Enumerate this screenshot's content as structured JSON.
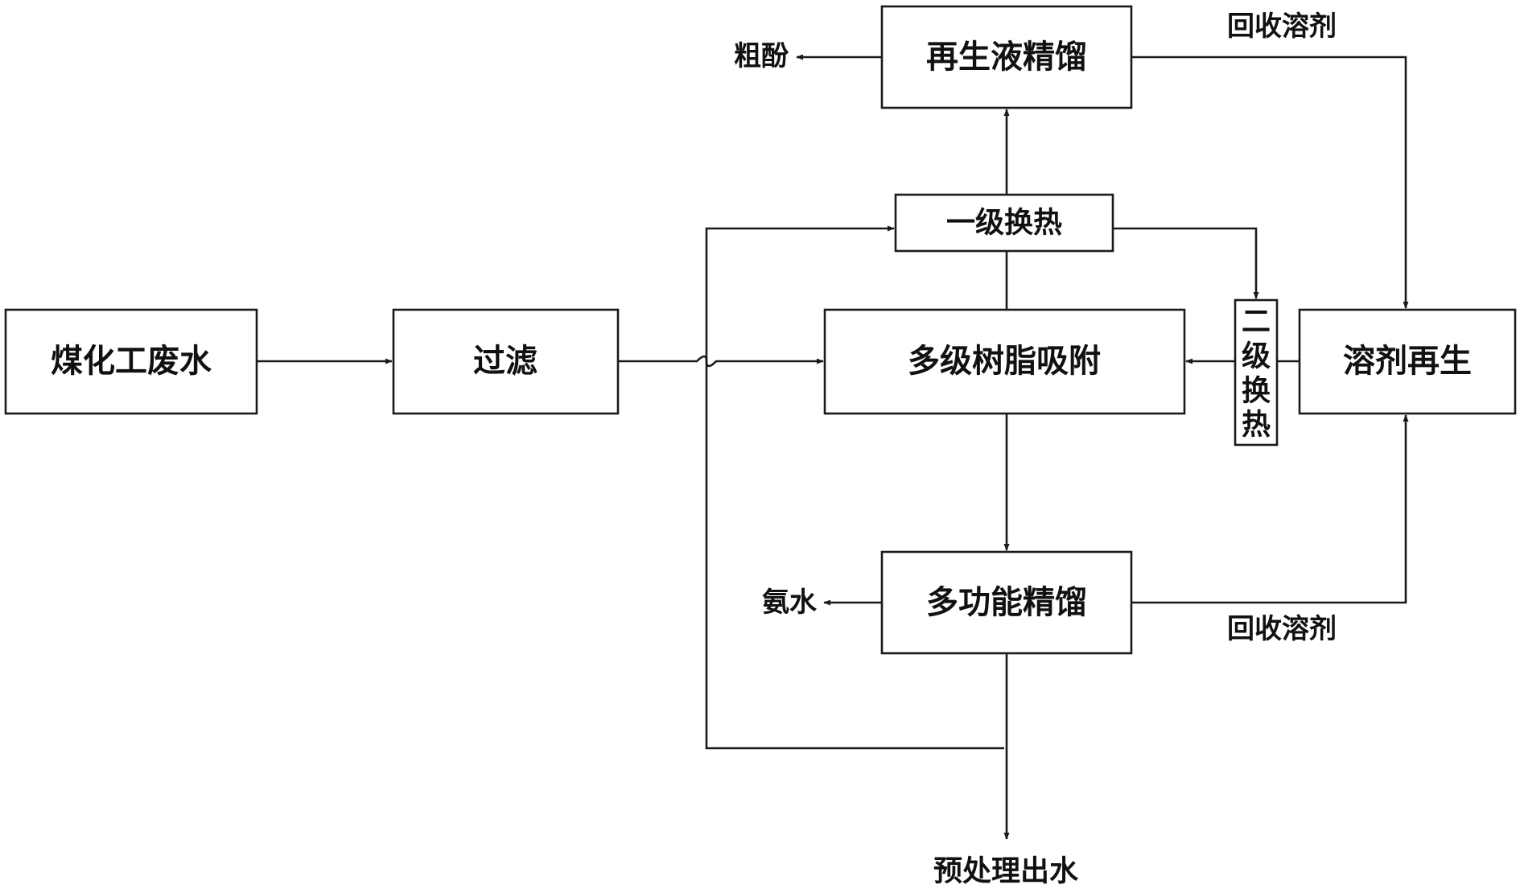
{
  "nodes": {
    "wastewater": "煤化工废水",
    "filter": "过滤",
    "resin": "多级树脂吸附",
    "regen_distill": "再生液精馏",
    "heat1": "一级换热",
    "heat2": [
      "二",
      "级",
      "换",
      "热"
    ],
    "solvent_regen": "溶剂再生",
    "multi_distill": "多功能精馏"
  },
  "outputs": {
    "crude_phenol": "粗酚",
    "ammonia": "氨水",
    "effluent": "预处理出水"
  },
  "edge_labels": {
    "recover_top": "回收溶剂",
    "recover_bottom": "回收溶剂"
  }
}
